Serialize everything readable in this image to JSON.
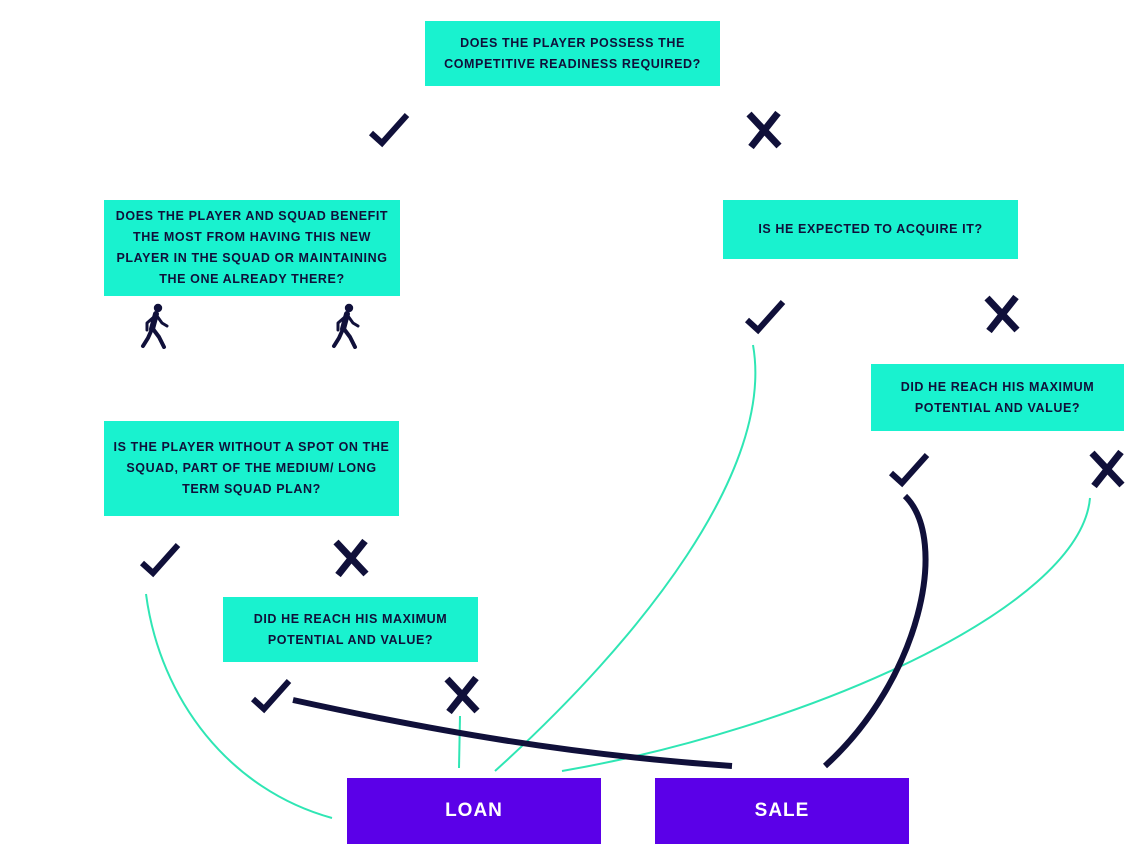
{
  "colors": {
    "question_box": "#19f2cf",
    "outcome_box": "#5b00e8",
    "ink": "#10103a",
    "thin_line": "#2fe6b4"
  },
  "questions": {
    "q_readiness": "DOES THE PLAYER POSSESS THE COMPETITIVE READINESS REQUIRED?",
    "q_benefit": "DOES THE PLAYER AND SQUAD BENEFIT THE MOST  FROM HAVING THIS NEW PLAYER IN THE SQUAD OR MAINTAINING THE ONE ALREADY THERE?",
    "q_expected": "IS HE EXPECTED TO ACQUIRE IT?",
    "q_max_right": "DID HE REACH HIS MAXIMUM POTENTIAL AND VALUE?",
    "q_spot": "IS THE PLAYER WITHOUT A SPOT ON THE SQUAD, PART OF THE MEDIUM/ LONG TERM SQUAD PLAN?",
    "q_max_left": "DID HE REACH HIS MAXIMUM POTENTIAL AND VALUE?"
  },
  "outcomes": {
    "loan": "LOAN",
    "sale": "SALE"
  },
  "icons": {
    "yes": "check-icon",
    "no": "cross-icon",
    "player": "walking-person-icon"
  }
}
